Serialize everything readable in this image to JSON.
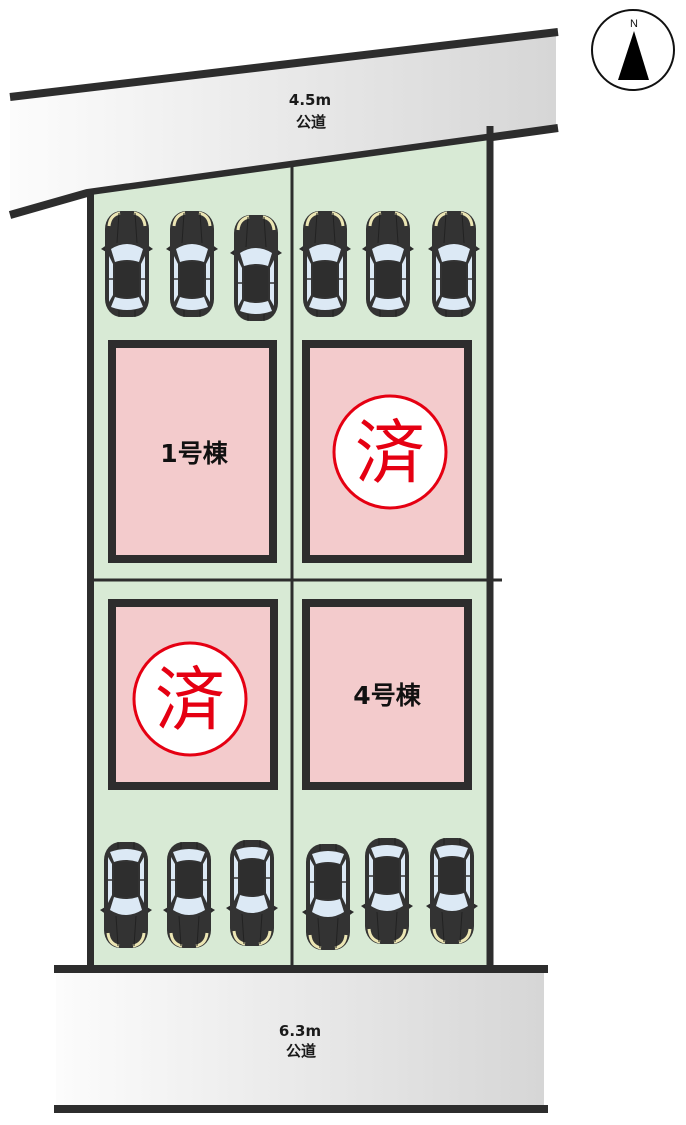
{
  "compass": {
    "label": "N"
  },
  "roads": {
    "north": {
      "width": "4.5m",
      "type": "公道"
    },
    "south": {
      "width": "6.3m",
      "type": "公道"
    }
  },
  "lots": [
    {
      "label": "1号棟",
      "stamp": null
    },
    {
      "label": null,
      "stamp": "済"
    },
    {
      "label": null,
      "stamp": "済"
    },
    {
      "label": "4号棟",
      "stamp": null
    }
  ],
  "parking": {
    "north_row_cars": 6,
    "south_row_cars": 6
  },
  "colors": {
    "lot_fill": "#d8ead5",
    "house_fill": "#f3cbcc",
    "boundary_line": "#2d2d2d",
    "sold_stamp": "#e50012",
    "car_body": "#333333",
    "car_glass": "#dce9f5",
    "headlight": "#ece6b4"
  }
}
